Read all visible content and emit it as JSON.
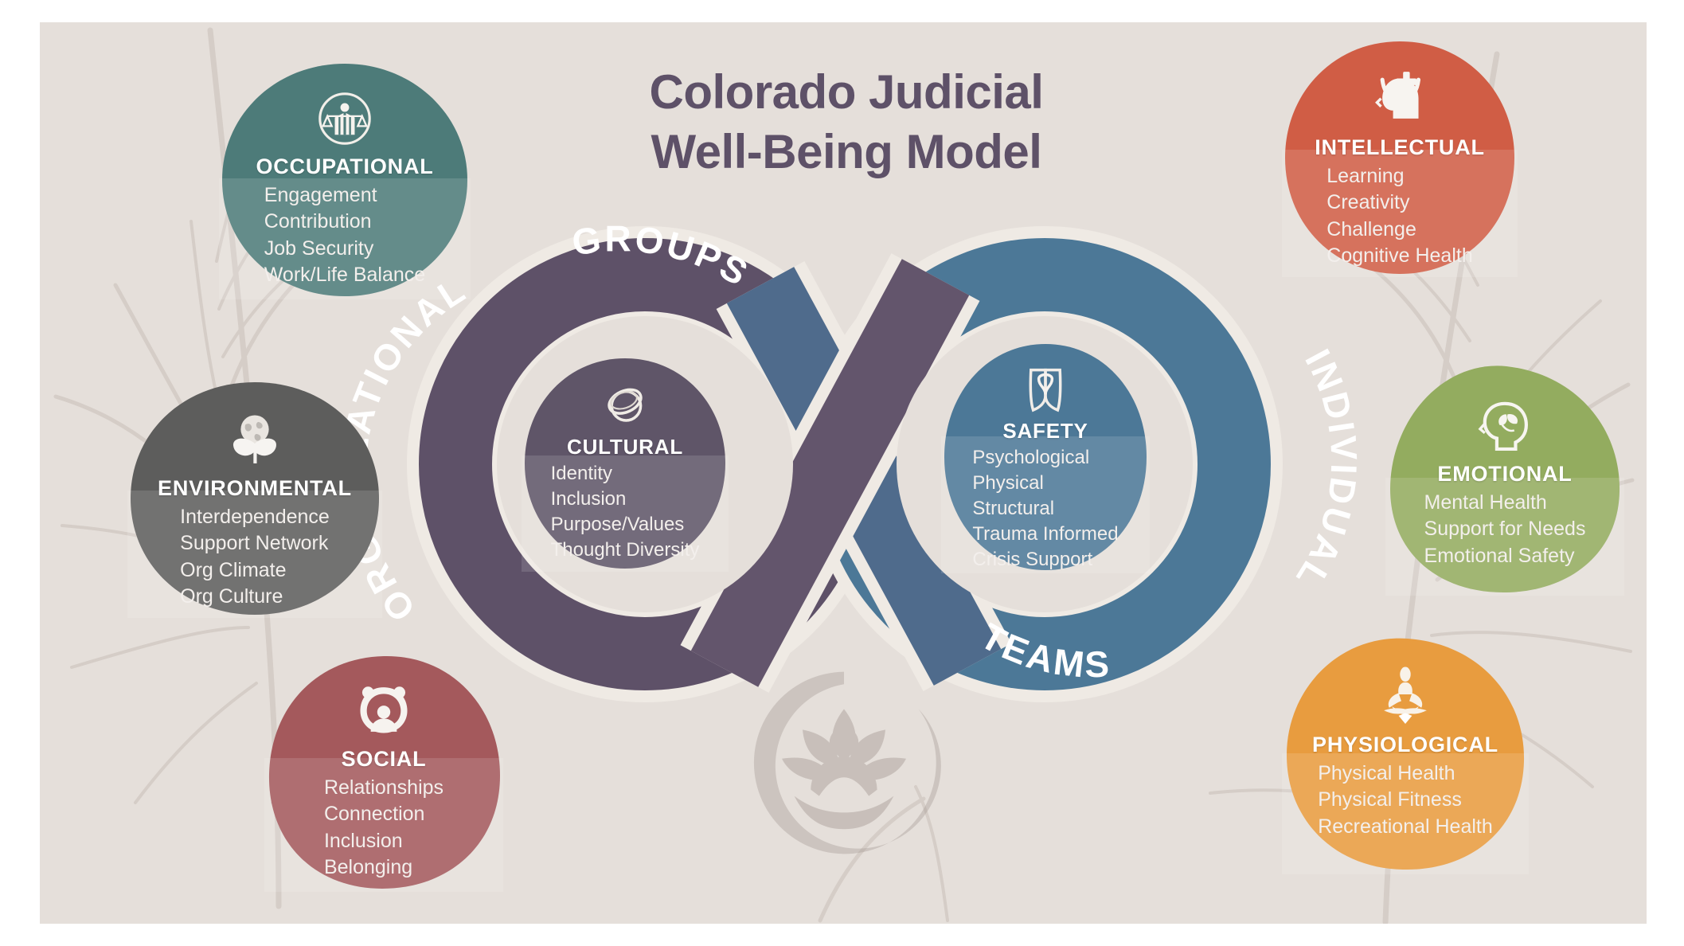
{
  "title": {
    "line1": "Colorado Judicial",
    "line2": "Well-Being Model",
    "color": "#5e5168"
  },
  "loop": {
    "labels": {
      "organizational": "ORGANIZATIONAL",
      "groups": "GROUPS",
      "individual": "INDIVIDUAL",
      "teams": "TEAMS"
    },
    "left_color": "#5e5168",
    "right_color": "#4c7897"
  },
  "background": {
    "canvas_color": "#e5dfda",
    "page_color": "#ffffff"
  },
  "watermark": {
    "icon": "lotus-meditation-enso-icon",
    "color": "#a59a94"
  },
  "bubbles": [
    {
      "id": "occupational",
      "title": "OCCUPATIONAL",
      "icon": "scales-of-justice-icon",
      "color": "#4d7b79",
      "items": [
        "Engagement",
        "Contribution",
        "Job Security",
        "Work/Life Balance"
      ]
    },
    {
      "id": "environmental",
      "title": "ENVIRONMENTAL",
      "icon": "globe-leaves-icon",
      "color": "#5d5d5c",
      "items": [
        "Interdependence",
        "Support Network",
        "Org Climate",
        "Org Culture"
      ]
    },
    {
      "id": "social",
      "title": "SOCIAL",
      "icon": "people-circle-icon",
      "color": "#a4595c",
      "items": [
        "Relationships",
        "Connection",
        "Inclusion",
        "Belonging"
      ]
    },
    {
      "id": "cultural",
      "title": "CULTURAL",
      "icon": "orbit-sphere-icon",
      "color": "#5f5568",
      "items": [
        "Identity",
        "Inclusion",
        "Purpose/Values",
        "Thought Diversity"
      ]
    },
    {
      "id": "safety",
      "title": "SAFETY",
      "icon": "shield-icon",
      "color": "#4c7897",
      "items": [
        "Psychological",
        "Physical",
        "Structural",
        "Trauma Informed",
        "Crisis Support"
      ]
    },
    {
      "id": "intellectual",
      "title": "INTELLECTUAL",
      "icon": "head-medical-cross-icon",
      "color": "#d05d45",
      "items": [
        "Learning",
        "Creativity",
        "Challenge",
        "Cognitive Health"
      ]
    },
    {
      "id": "emotional",
      "title": "EMOTIONAL",
      "icon": "head-leaf-icon",
      "color": "#93ac5f",
      "items": [
        "Mental Health",
        "Support for Needs",
        "Emotional Safety"
      ]
    },
    {
      "id": "physiological",
      "title": "PHYSIOLOGICAL",
      "icon": "meditating-figure-icon",
      "color": "#e89c3f",
      "items": [
        "Physical Health",
        "Physical Fitness",
        "Recreational Health"
      ]
    }
  ]
}
